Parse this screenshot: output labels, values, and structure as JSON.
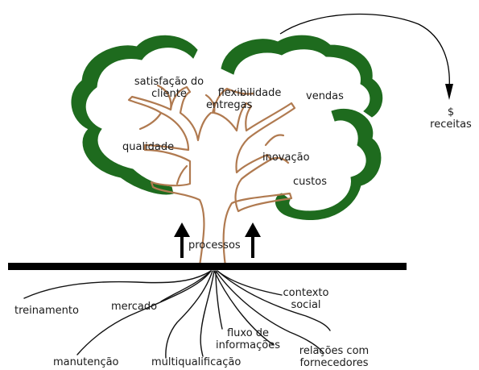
{
  "colors": {
    "canopy": "#1e6b1e",
    "trunk": "#b07a50",
    "ground": "#000000",
    "roots": "#111111",
    "text": "#1a1a1a",
    "background": "#ffffff"
  },
  "canopy_labels": {
    "satisfacao_line1": "satisfação do",
    "satisfacao_line2": "cliente",
    "flexibilidade": "flexibilidade",
    "entregas": "entregas",
    "vendas": "vendas",
    "qualidade": "qualidade",
    "inovacao": "inovação",
    "custos": "custos"
  },
  "trunk_label": "processos",
  "output_labels": {
    "symbol": "$",
    "receitas": "receitas"
  },
  "root_labels": {
    "treinamento": "treinamento",
    "mercado": "mercado",
    "contexto_line1": "contexto",
    "contexto_line2": "social",
    "fluxo_line1": "fluxo de",
    "fluxo_line2": "informações",
    "relacoes_line1": "relações com",
    "relacoes_line2": "fornecedores",
    "manutencao": "manutenção",
    "multiqualificacao": "multiqualificação"
  }
}
